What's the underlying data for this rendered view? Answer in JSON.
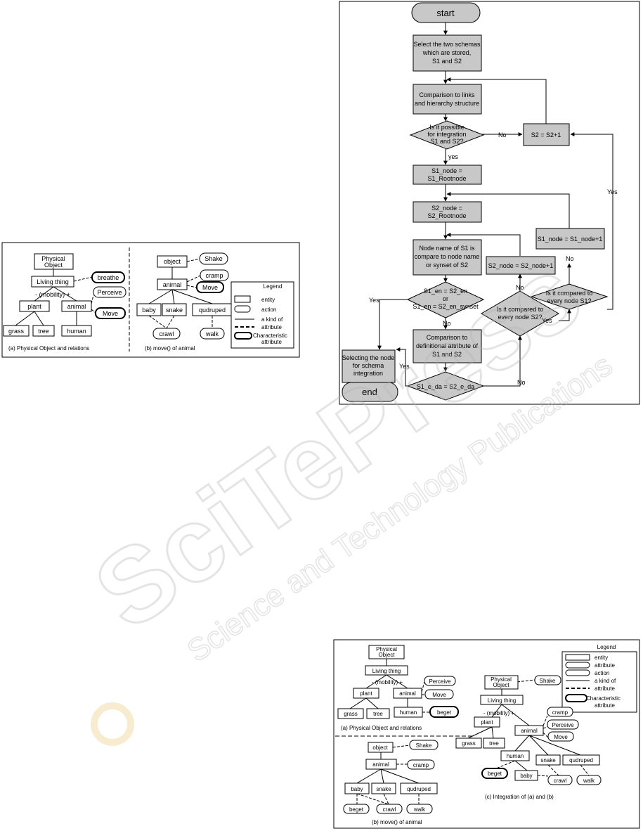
{
  "watermark": {
    "line1": "SciTePress",
    "line2": "Science and Technology Publications"
  },
  "fig1": {
    "a": {
      "caption": "(a)  Physical Object and relations",
      "nodes": {
        "physical_object": [
          "Physical",
          "Object"
        ],
        "living_thing": "Living thing",
        "breathe": "breathe",
        "mobility": "-  (mobility) +",
        "perceive": "Perceive",
        "plant": "plant",
        "animal": "animal",
        "move": "Move",
        "grass": "grass",
        "tree": "tree",
        "human": "human"
      }
    },
    "b": {
      "caption": "(b) move() of animal",
      "nodes": {
        "object": "object",
        "shake": "Shake",
        "cramp": "cramp",
        "animal": "animal",
        "move": "Move",
        "baby": "baby",
        "snake": "snake",
        "qudruped": "qudruped",
        "crawl": "crawl",
        "walk": "walk"
      }
    },
    "legend": {
      "title": "Legend",
      "items": [
        "entity",
        "action",
        "a kind of",
        "attribute",
        "Characteristic",
        "attribute"
      ]
    }
  },
  "flow": {
    "start": "start",
    "select": [
      "Select the two schemas",
      "which are stored,",
      "S1 and S2"
    ],
    "compare_links": [
      "Comparison to links",
      "and hierarchy structure"
    ],
    "possible": [
      "Is it possible",
      "for integration",
      "S1 and S2?"
    ],
    "no1": "No",
    "s2_inc": "S2 = S2+1",
    "yes1": "yes",
    "s1_root": [
      "S1_node =",
      "S1_Rootnode"
    ],
    "yes_right": "Yes",
    "s2_root": [
      "S2_node =",
      "S2_Rootnode"
    ],
    "s1_node_inc": "S1_node = S1_node+1",
    "node_name": [
      "Node name of S1 is",
      "compare to node name",
      "or synset of S2"
    ],
    "s2_node_inc": "S2_node = S2_node+1",
    "no_r1": "No",
    "compared_s1": [
      "Is it compared to",
      "every node S1?"
    ],
    "no_r2": "No",
    "en_cond": [
      "S1_en = S2_en",
      "or",
      "S1_en = S2_en_synset"
    ],
    "yes_left": "Yes",
    "no_mid": "No",
    "compared_s2": [
      "Is it compared to",
      "every node S2?"
    ],
    "yes_s2": "Yes",
    "definitional": [
      "Comparison to",
      "definitional attribute of",
      "S1 and S2"
    ],
    "selecting": [
      "Selecting the node",
      "for schema",
      "integration"
    ],
    "yes_da": "Yes",
    "da_cond": "S1_e_da = S2_e_da",
    "no_da": "No",
    "end": "end"
  },
  "fig3": {
    "legend": {
      "title": "Legend",
      "items": [
        "entity",
        "attribute",
        "action",
        "a kind of",
        "attribute",
        "Characteristic",
        "attribute"
      ]
    },
    "a": {
      "caption": "(a)  Physical Object and relations",
      "nodes": {
        "physical_object": [
          "Physical",
          "Object"
        ],
        "living_thing": "Living thing",
        "mobility": "-  (mobility) +",
        "perceive": "Perceive",
        "plant": "plant",
        "animal": "animal",
        "move": "Move",
        "grass": "grass",
        "tree": "tree",
        "human": "human",
        "beget": "beget"
      }
    },
    "b": {
      "caption": "(b) move() of animal",
      "nodes": {
        "object": "object",
        "shake": "Shake",
        "animal": "animal",
        "cramp": "cramp",
        "baby": "baby",
        "snake": "snake",
        "qudruped": "qudruped",
        "beget": "beget",
        "crawl": "crawl",
        "walk": "walk"
      }
    },
    "c": {
      "caption": "(c) Integration of (a) and (b)",
      "nodes": {
        "physical_object": [
          "Physical",
          "Object"
        ],
        "shake": "Shake",
        "living_thing": "Living thing",
        "mobility": "-  (mobility) +",
        "cramp": "cramp",
        "plant": "plant",
        "animal": "animal",
        "perceive": "Perceive",
        "move": "Move",
        "grass": "grass",
        "tree": "tree",
        "human": "human",
        "snake": "snake",
        "qudruped": "qudruped",
        "beget": "beget",
        "baby": "baby",
        "crawl": "crawl",
        "walk": "walk"
      }
    }
  }
}
